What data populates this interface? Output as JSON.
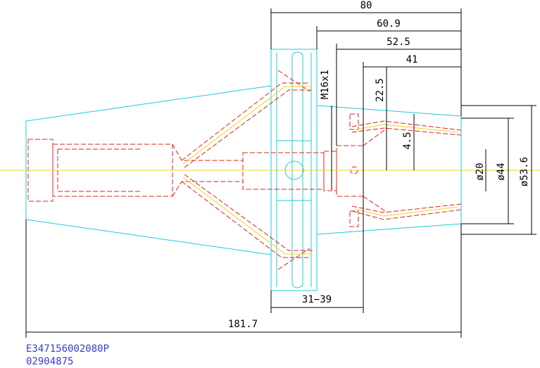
{
  "dimensions": {
    "d80": "80",
    "d60_9": "60.9",
    "d52_5": "52.5",
    "d41": "41",
    "d22_5": "22.5",
    "m16": "M16x1",
    "d4_5": "4.5",
    "dia20": "ø20",
    "dia44": "ø44",
    "dia53_6": "ø53.6",
    "range": "31−39",
    "total": "181.7"
  },
  "codes": {
    "part_number": "E347156002080P",
    "serial": "02904875"
  },
  "colors": {
    "outline": "#22c8d8",
    "hidden": "#e02020",
    "center": "#e8d420",
    "dimension": "#000000",
    "code_text": "#3a3ad6"
  }
}
